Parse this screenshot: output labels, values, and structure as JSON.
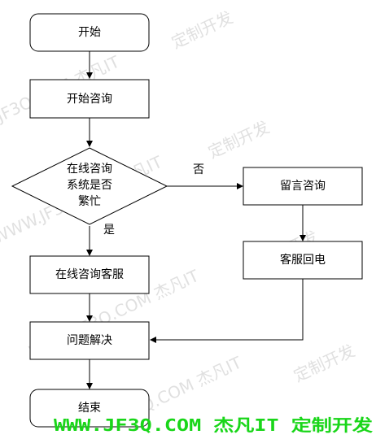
{
  "nodes": {
    "start": "开始",
    "consult": "开始咨询",
    "decision_line1": "在线咨询",
    "decision_line2": "系统是否",
    "decision_line3": "繁忙",
    "leave_message": "留言咨询",
    "online_service": "在线咨询客服",
    "callback": "客服回电",
    "resolve": "问题解决",
    "end": "结束"
  },
  "edges": {
    "yes": "是",
    "no": "否"
  },
  "watermarks": {
    "site_a": "JF3Q.COM 杰凡IT",
    "brand_a": "定制开发",
    "site_b": "WWW.JF3Q.COM 杰凡IT",
    "brand_b": "定制开发",
    "site_c": "WWW.JF3Q.COM 杰凡IT",
    "brand_c": "定制开发",
    "site_d": "JF3Q.COM 杰凡IT",
    "brand_d": "定制开发"
  },
  "footer": "WWW.JF3Q.COM 杰凡IT  定制开发",
  "colors": {
    "stroke": "#000000",
    "watermark": "#c8c8c8",
    "footer": "#19d619"
  }
}
